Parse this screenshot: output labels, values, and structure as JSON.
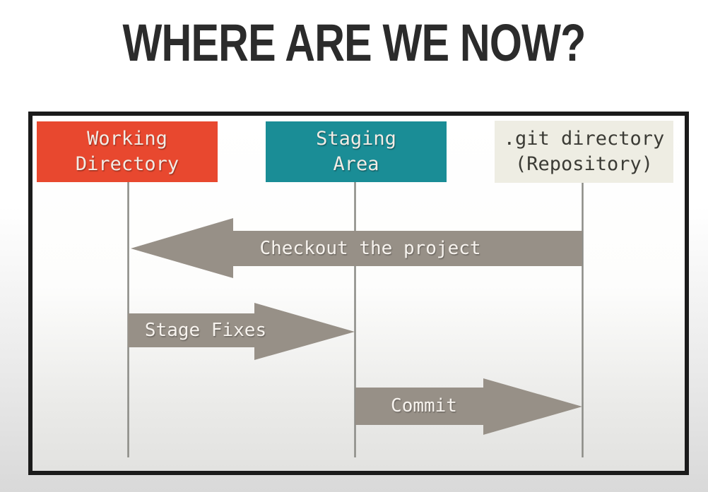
{
  "title": "WHERE ARE WE NOW?",
  "diagram": {
    "columns": [
      {
        "id": "working-directory",
        "label": "Working\nDirectory",
        "color": "#e8482f",
        "text_color": "#f2ece5"
      },
      {
        "id": "staging-area",
        "label": "Staging\nArea",
        "color": "#1a8d96",
        "text_color": "#f2ece5"
      },
      {
        "id": "git-directory",
        "label": ".git directory\n(Repository)",
        "color": "#eeede3",
        "text_color": "#3b3b35"
      }
    ],
    "arrows": [
      {
        "id": "checkout",
        "label": "Checkout the project",
        "direction": "left",
        "from": "git-directory",
        "to": "working-directory"
      },
      {
        "id": "stage-fixes",
        "label": "Stage Fixes",
        "direction": "right",
        "from": "working-directory",
        "to": "staging-area"
      },
      {
        "id": "commit",
        "label": "Commit",
        "direction": "right",
        "from": "staging-area",
        "to": "git-directory"
      }
    ],
    "colors": {
      "arrow": "#979087",
      "lifeline": "#8b8b86",
      "frame_border": "#1b1b1b",
      "title_text": "#2b2b2b"
    }
  }
}
